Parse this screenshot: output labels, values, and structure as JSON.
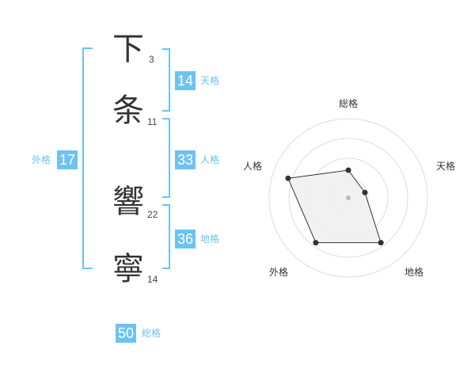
{
  "name": {
    "chars": [
      {
        "char": "下",
        "strokes": "3"
      },
      {
        "char": "条",
        "strokes": "11"
      },
      {
        "char": "響",
        "strokes": "22"
      },
      {
        "char": "寧",
        "strokes": "14"
      }
    ]
  },
  "kaku": {
    "tenkaku": {
      "value": "14",
      "label": "天格"
    },
    "jinkaku": {
      "value": "33",
      "label": "人格"
    },
    "chikaku": {
      "value": "36",
      "label": "地格"
    },
    "gaikaku": {
      "value": "17",
      "label": "外格"
    },
    "soukaku": {
      "value": "50",
      "label": "総格"
    }
  },
  "radar": {
    "labels": {
      "sou": "総格",
      "ten": "天格",
      "chi": "地格",
      "gai": "外格",
      "jin": "人格"
    },
    "levels": 4,
    "values": {
      "sou": 0.35,
      "ten": 0.22,
      "chi": 0.7,
      "gai": 0.7,
      "jin": 0.8
    },
    "colors": {
      "fill": "#f0f0f0",
      "stroke": "#333333",
      "ring": "#dddddd",
      "point": "#333333",
      "center": "#bbbbbb"
    }
  },
  "colors": {
    "accent": "#6cc3f2",
    "text": "#333333"
  }
}
